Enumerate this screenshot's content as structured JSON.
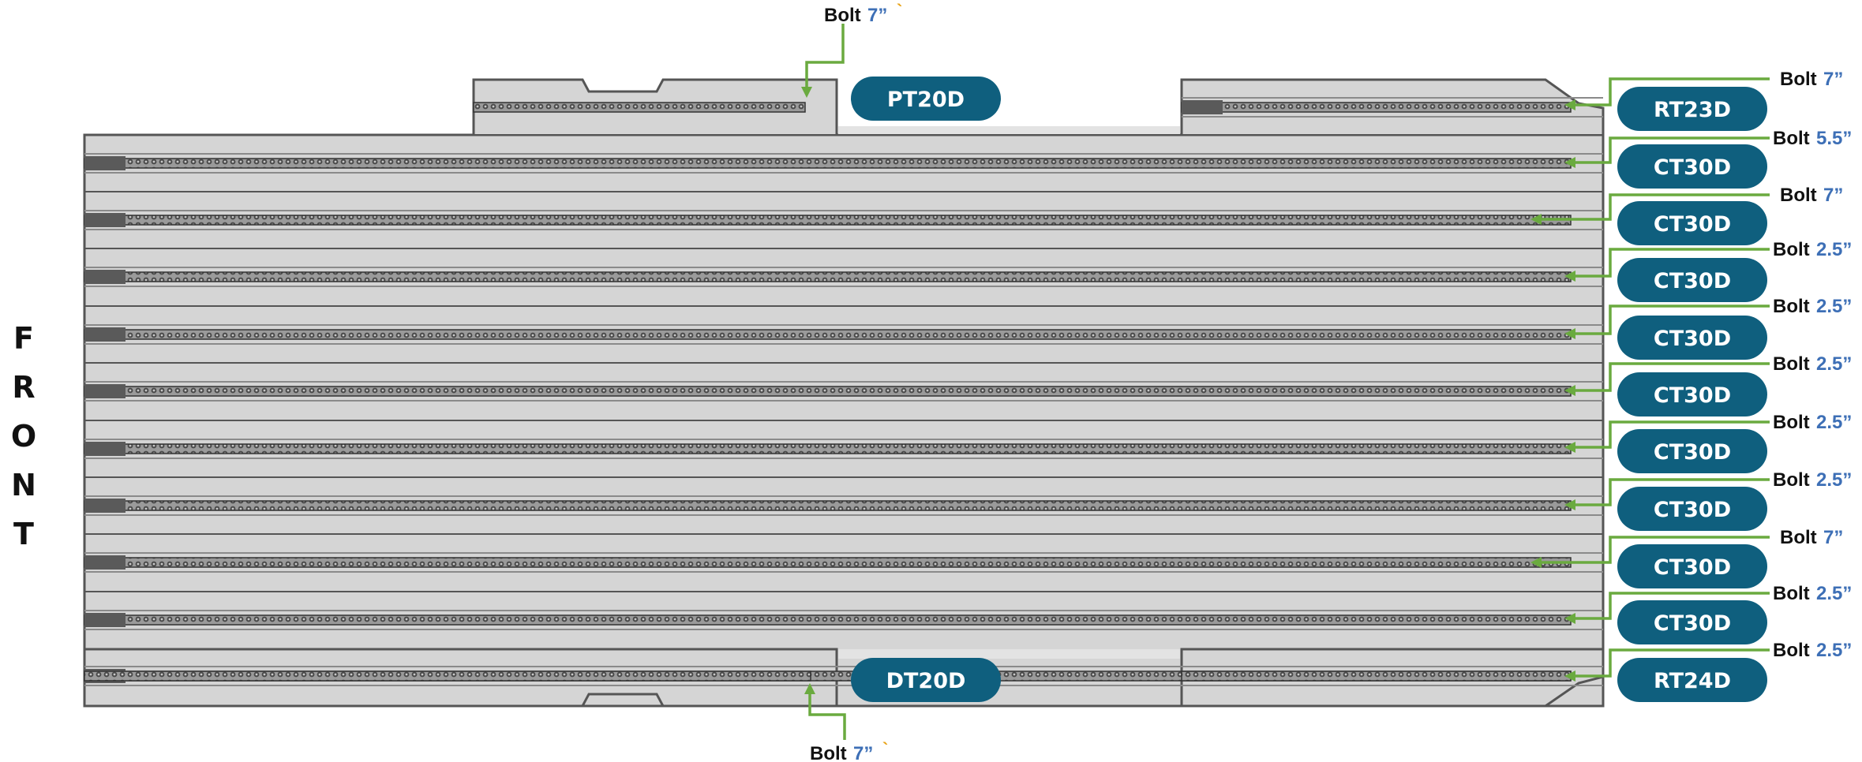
{
  "side_label": "FRONT",
  "bolt_word": "Bolt",
  "colors": {
    "tag_fill": "#0f5f7e",
    "tag_text": "#ffffff",
    "leader": "#6aaa3f",
    "bolt_size": "#3d6fb6",
    "body_fill": "#d5d5d5",
    "body_stroke": "#555555"
  },
  "rows": [
    {
      "tag": "RT23D",
      "bolt": "7”",
      "side": "right"
    },
    {
      "tag": "CT30D",
      "bolt": "5.5”",
      "side": "right"
    },
    {
      "tag": "CT30D",
      "bolt": "7”",
      "side": "right"
    },
    {
      "tag": "CT30D",
      "bolt": "2.5”",
      "side": "right"
    },
    {
      "tag": "CT30D",
      "bolt": "2.5”",
      "side": "right"
    },
    {
      "tag": "CT30D",
      "bolt": "2.5”",
      "side": "right"
    },
    {
      "tag": "CT30D",
      "bolt": "2.5”",
      "side": "right"
    },
    {
      "tag": "CT30D",
      "bolt": "2.5”",
      "side": "right"
    },
    {
      "tag": "CT30D",
      "bolt": "7”",
      "side": "right"
    },
    {
      "tag": "CT30D",
      "bolt": "2.5”",
      "side": "right"
    },
    {
      "tag": "RT24D",
      "bolt": "2.5”",
      "side": "right"
    }
  ],
  "left_tags": [
    {
      "tag": "PT20D",
      "bolt": "7”",
      "tick": "`"
    },
    {
      "tag": "DT20D",
      "bolt": "7”",
      "tick": "`"
    }
  ]
}
